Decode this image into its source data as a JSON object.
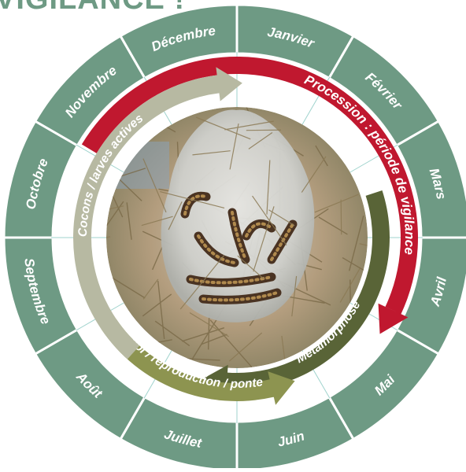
{
  "title_fragment": "VIGILANCE !",
  "months": [
    "Janvier",
    "Février",
    "Mars",
    "Avril",
    "Mai",
    "Juin",
    "Juillet",
    "Août",
    "Septembre",
    "Octobre",
    "Novembre",
    "Décembre"
  ],
  "phases": [
    {
      "id": "procession",
      "label": "Procession : période de vigilance",
      "color": "#c0182f"
    },
    {
      "id": "metamorphose",
      "label": "Métamorphose",
      "color": "#596437"
    },
    {
      "id": "vol",
      "label": "Vol / reproduction / ponte",
      "color": "#8d9450"
    },
    {
      "id": "cocons",
      "label": "Cocons / larves actives",
      "color": "#b7b9a2"
    }
  ],
  "colors": {
    "month_ring": "#6e9a84",
    "separator": "#ffffff",
    "grid_line": "#9fd3cd",
    "title": "#6e9a84"
  },
  "photo": {
    "subject": "caterpillar-nest",
    "palette": [
      "#b9a384",
      "#d9dad6",
      "#59402a",
      "#8e946f"
    ]
  }
}
